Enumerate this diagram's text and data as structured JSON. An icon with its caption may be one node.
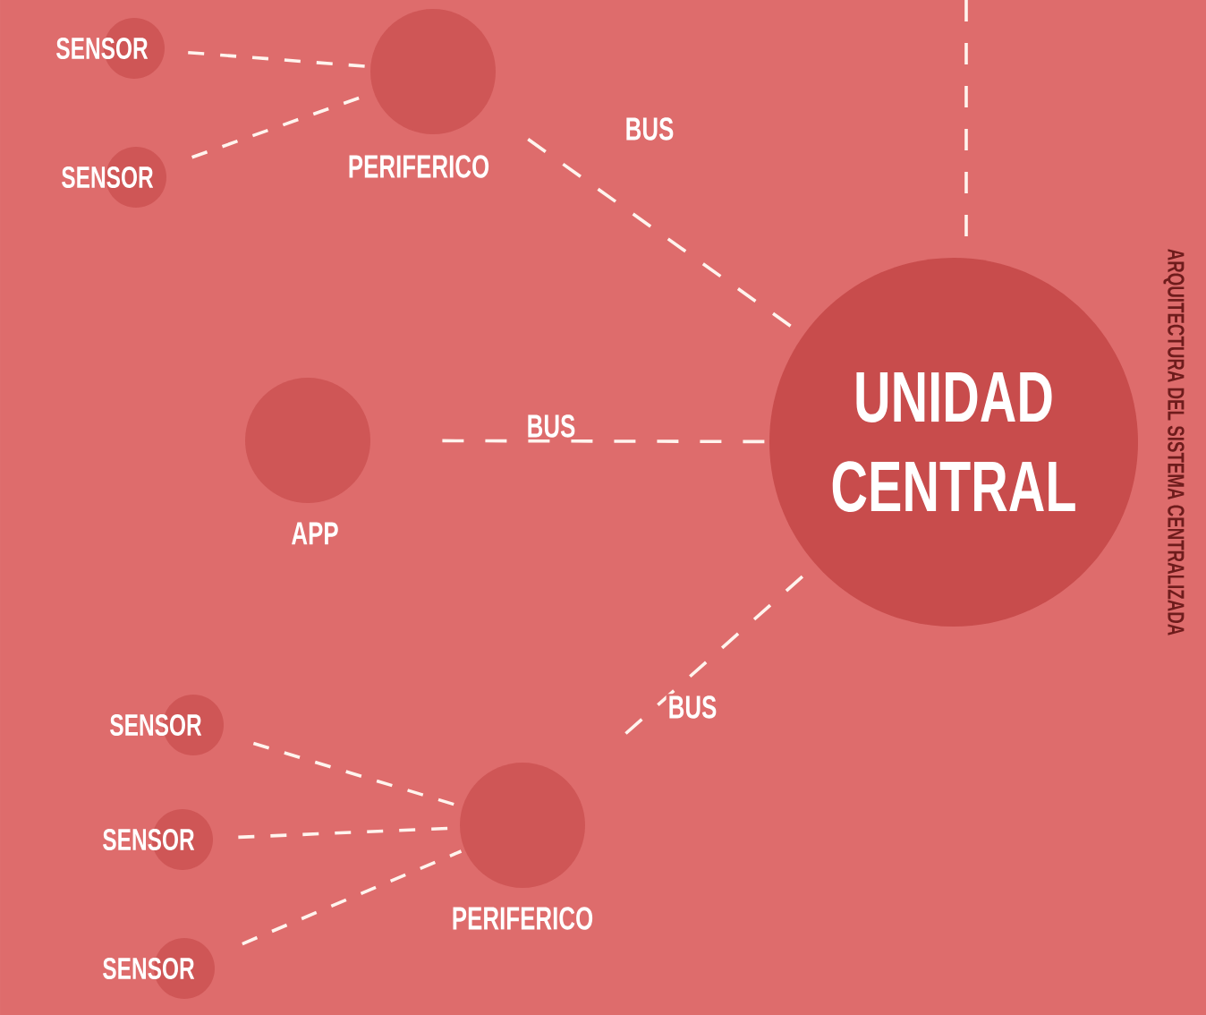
{
  "diagram": {
    "nodes": [
      {
        "text": [
          "SENSOR"
        ]
      },
      {
        "text": [
          "PERIFERICO"
        ]
      },
      {
        "text": [
          "SENSOR"
        ]
      },
      {
        "text": [
          "APP"
        ]
      },
      {
        "text": [
          "UNIDAD CENTRAL"
        ],
        "beside": [
          "ARQUITECTURA DEL SISTEMA CENTRALIZADA"
        ]
      },
      {
        "text": [
          "SENSOR"
        ]
      },
      {
        "text": [
          "SENSOR"
        ]
      },
      {
        "text": [
          "PERIFERICO"
        ]
      },
      {
        "text": [
          "SENSOR"
        ]
      }
    ],
    "edges": [
      {
        "from": 0,
        "to": 1,
        "arrow": "none",
        "style": "dashed"
      },
      {
        "from": 2,
        "to": 1,
        "arrow": "none",
        "style": "dashed"
      },
      {
        "from": 1,
        "to": 4,
        "arrow": "none",
        "style": "dashed",
        "label": "BUS"
      },
      {
        "from": 3,
        "to": 4,
        "arrow": "none",
        "style": "dashed",
        "label": "BUS"
      },
      {
        "from": 7,
        "to": 4,
        "arrow": "none",
        "style": "dashed",
        "label": "BUS"
      },
      {
        "from": 5,
        "to": 7,
        "arrow": "none",
        "style": "dashed"
      },
      {
        "from": 6,
        "to": 7,
        "arrow": "none",
        "style": "dashed"
      },
      {
        "from": 8,
        "to": 7,
        "arrow": "none",
        "style": "dashed"
      },
      {
        "from": null,
        "to": 4,
        "arrow": "none",
        "style": "dashed"
      }
    ]
  }
}
